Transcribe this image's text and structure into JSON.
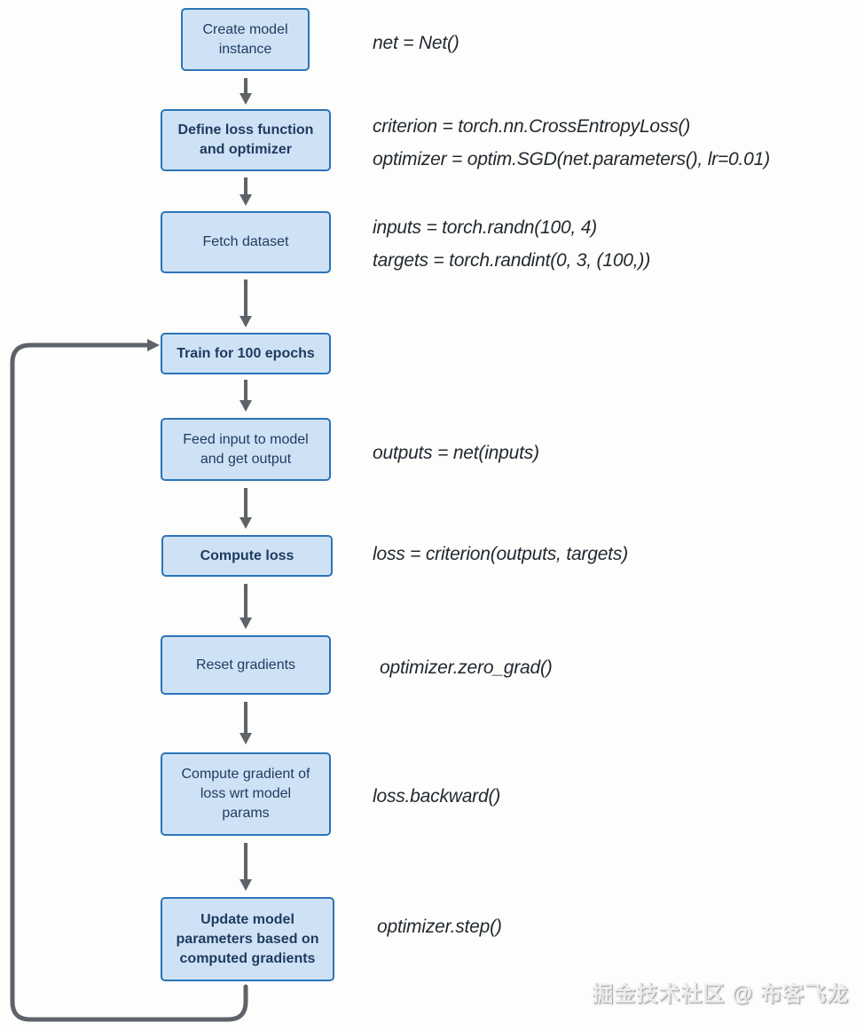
{
  "colors": {
    "box_fill": "#cfe2f5",
    "box_border": "#2b74b8",
    "box_text": "#1e3a5f",
    "arrow": "#5d6368",
    "code_text": "#232930"
  },
  "flowchart": {
    "boxes": [
      {
        "label": "Create model\ninstance"
      },
      {
        "label": "Define loss function\nand optimizer"
      },
      {
        "label": "Fetch dataset"
      },
      {
        "label": "Train for 100 epochs"
      },
      {
        "label": "Feed input to model\nand get output"
      },
      {
        "label": "Compute loss"
      },
      {
        "label": "Reset gradients"
      },
      {
        "label": "Compute gradient of\nloss wrt model\nparams"
      },
      {
        "label": "Update model\nparameters based on\ncomputed gradients"
      }
    ],
    "annotations": [
      {
        "lines": [
          "net = Net()"
        ]
      },
      {
        "lines": [
          "criterion = torch.nn.CrossEntropyLoss()",
          "optimizer = optim.SGD(net.parameters(), lr=0.01)"
        ]
      },
      {
        "lines": [
          "inputs = torch.randn(100, 4)",
          "targets = torch.randint(0, 3, (100,))"
        ]
      },
      {
        "lines": [
          "outputs = net(inputs)"
        ]
      },
      {
        "lines": [
          "loss = criterion(outputs, targets)"
        ]
      },
      {
        "lines": [
          "optimizer.zero_grad()"
        ]
      },
      {
        "lines": [
          "loss.backward()"
        ]
      },
      {
        "lines": [
          "optimizer.step()"
        ]
      }
    ]
  },
  "watermark": {
    "text": "掘金技术社区 @ 布客飞龙"
  }
}
